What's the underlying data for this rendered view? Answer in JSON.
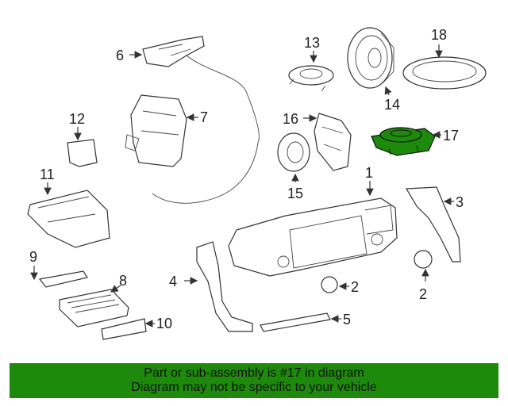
{
  "callouts": {
    "c1": "1",
    "c2a": "2",
    "c2b": "2",
    "c3": "3",
    "c4": "4",
    "c5": "5",
    "c6": "6",
    "c7": "7",
    "c8": "8",
    "c9": "9",
    "c10": "10",
    "c11": "11",
    "c12": "12",
    "c13": "13",
    "c14": "14",
    "c15": "15",
    "c16": "16",
    "c17": "17",
    "c18": "18"
  },
  "highlight": {
    "part": "17",
    "color": "#1e8a0c"
  },
  "footer": {
    "line1": "Part or sub-assembly is #17 in diagram",
    "line2": "Diagram may not be specific to your vehicle",
    "background": "#1e8a0c"
  }
}
